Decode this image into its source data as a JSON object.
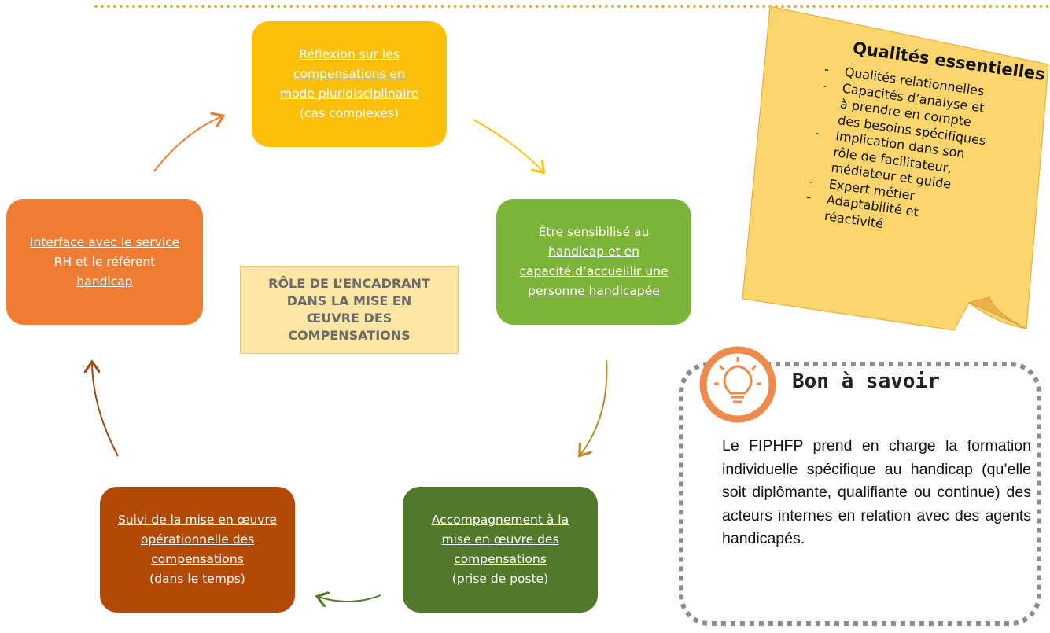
{
  "cycle": {
    "step1": {
      "lines": [
        "Réflexion sur les",
        "compensations en",
        "mode pluridisciplinaire"
      ],
      "note": "(cas complexes)",
      "color": "#fcc00a"
    },
    "step2": {
      "lines": [
        "Être sensibilisé au",
        "handicap et en",
        "capacité d’accueillir une",
        "personne handicapée"
      ],
      "color": "#7cb43a"
    },
    "step3": {
      "lines": [
        "Accompagnement à la",
        "mise en œuvre des",
        "compensations"
      ],
      "note": "(prise de poste)",
      "color": "#52782c"
    },
    "step4": {
      "lines": [
        "Suivi de la mise en œuvre",
        "opérationnelle des",
        "compensations"
      ],
      "note": "(dans le temps)",
      "color": "#b24a06"
    },
    "step5": {
      "lines": [
        "Interface avec le service",
        "RH et le référent",
        "handicap"
      ],
      "color": "#ee7d33"
    }
  },
  "center": {
    "title": "RÔLE DE L’ENCADRANT DANS LA MISE EN ŒUVRE DES COMPENSATIONS"
  },
  "sticky_note": {
    "title": "Qualités essentielles",
    "items": [
      {
        "dash": "-",
        "lines": [
          "Qualités relationnelles"
        ]
      },
      {
        "dash": "-",
        "lines": [
          "Capacités d’analyse et",
          "à prendre en compte",
          "des besoins spécifiques"
        ]
      },
      {
        "dash": "-",
        "lines": [
          "Implication dans son",
          "rôle de facilitateur,",
          "médiateur et guide"
        ]
      },
      {
        "dash": "-",
        "lines": [
          "Expert métier"
        ]
      },
      {
        "dash": "-",
        "lines": [
          "Adaptabilité et",
          "réactivité"
        ]
      }
    ],
    "color": "#fcd56d"
  },
  "tip": {
    "title": "Bon à savoir",
    "icon": "lightbulb-icon",
    "text": "Le FIPHFP prend en charge la formation individuelle spécifique au handicap (qu’elle soit diplômante, qualifiante ou continue) des acteurs internes en relation avec des agents handicapés."
  }
}
